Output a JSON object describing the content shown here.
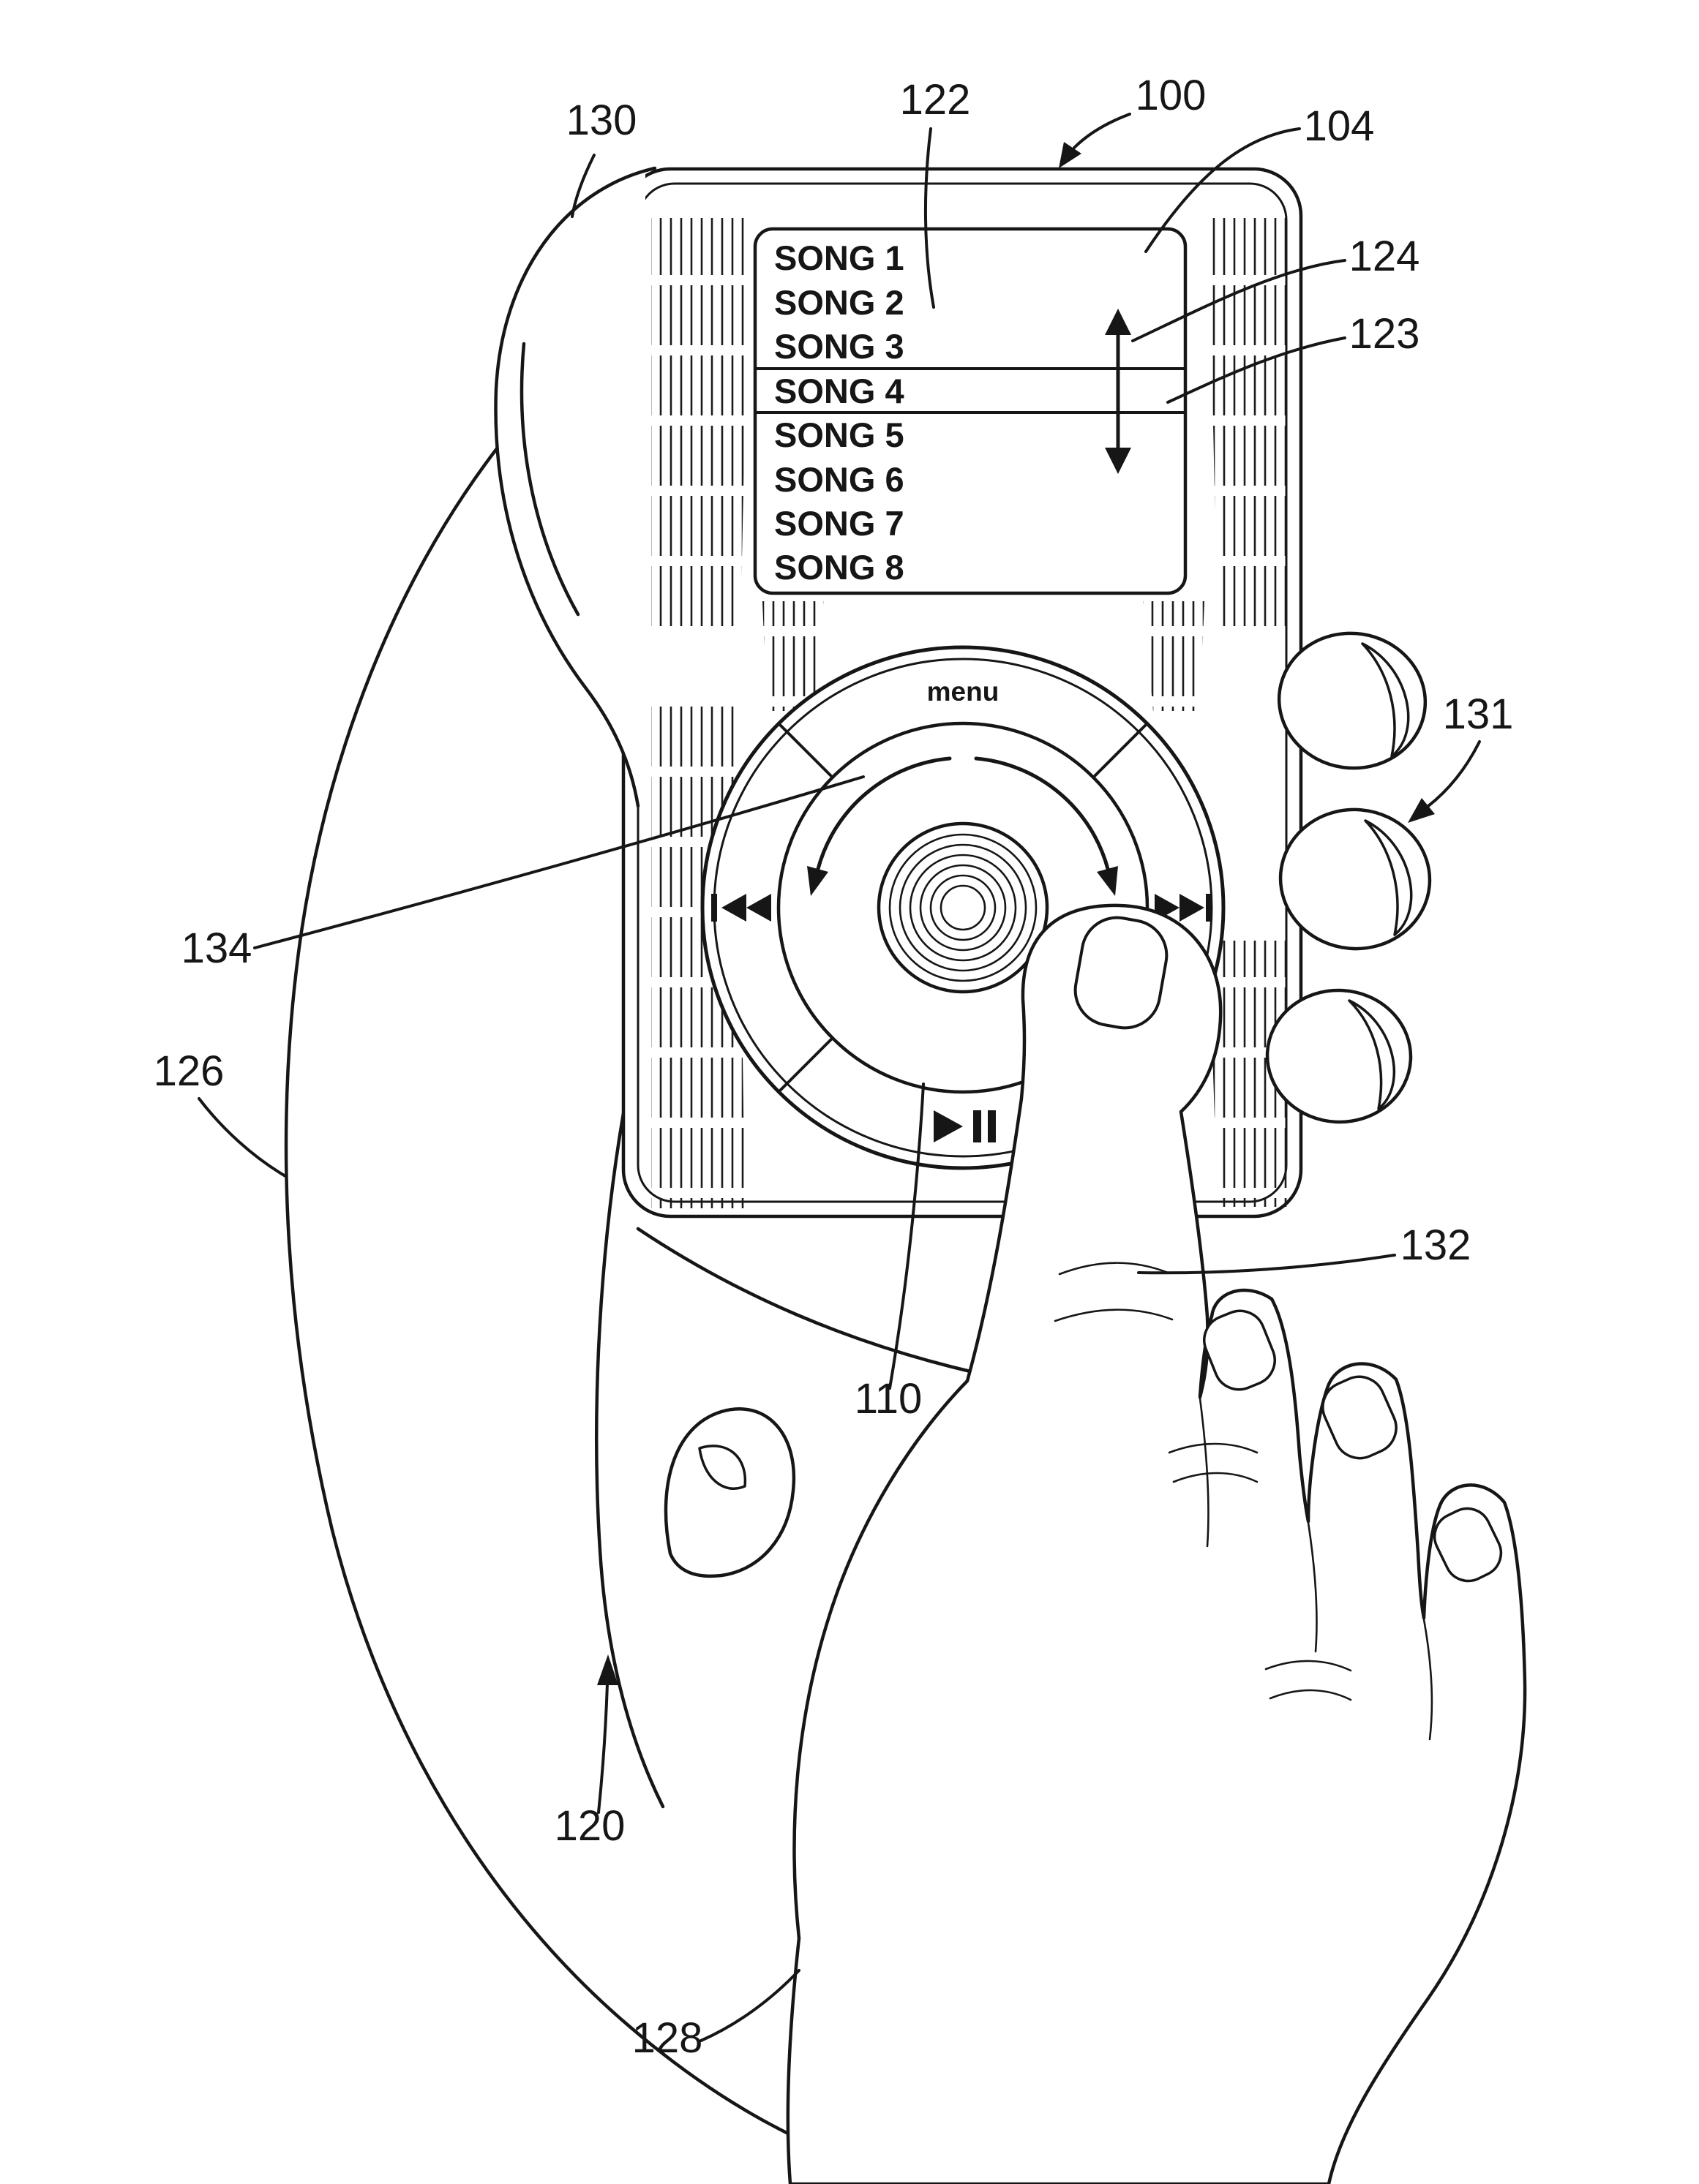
{
  "figure": {
    "kind": "patent-line-drawing",
    "colors": {
      "ink": "#161616",
      "background": "#ffffff"
    }
  },
  "screen": {
    "songs": [
      "SONG 1",
      "SONG 2",
      "SONG 3",
      "SONG 4",
      "SONG 5",
      "SONG 6",
      "SONG 7",
      "SONG 8"
    ],
    "highlighted_song": "SONG 4",
    "scroll_arrow_icon": "up-down-arrow"
  },
  "wheel": {
    "menu_label": "menu",
    "icons": {
      "left": "previous-track",
      "right": "next-track",
      "bottom": "play-pause"
    },
    "rotation_arrows": "bidirectional"
  },
  "ref_labels": [
    {
      "text": "100"
    },
    {
      "text": "104"
    },
    {
      "text": "110"
    },
    {
      "text": "120"
    },
    {
      "text": "122"
    },
    {
      "text": "123"
    },
    {
      "text": "124"
    },
    {
      "text": "126"
    },
    {
      "text": "128"
    },
    {
      "text": "130"
    },
    {
      "text": "131"
    },
    {
      "text": "132"
    },
    {
      "text": "134"
    }
  ]
}
